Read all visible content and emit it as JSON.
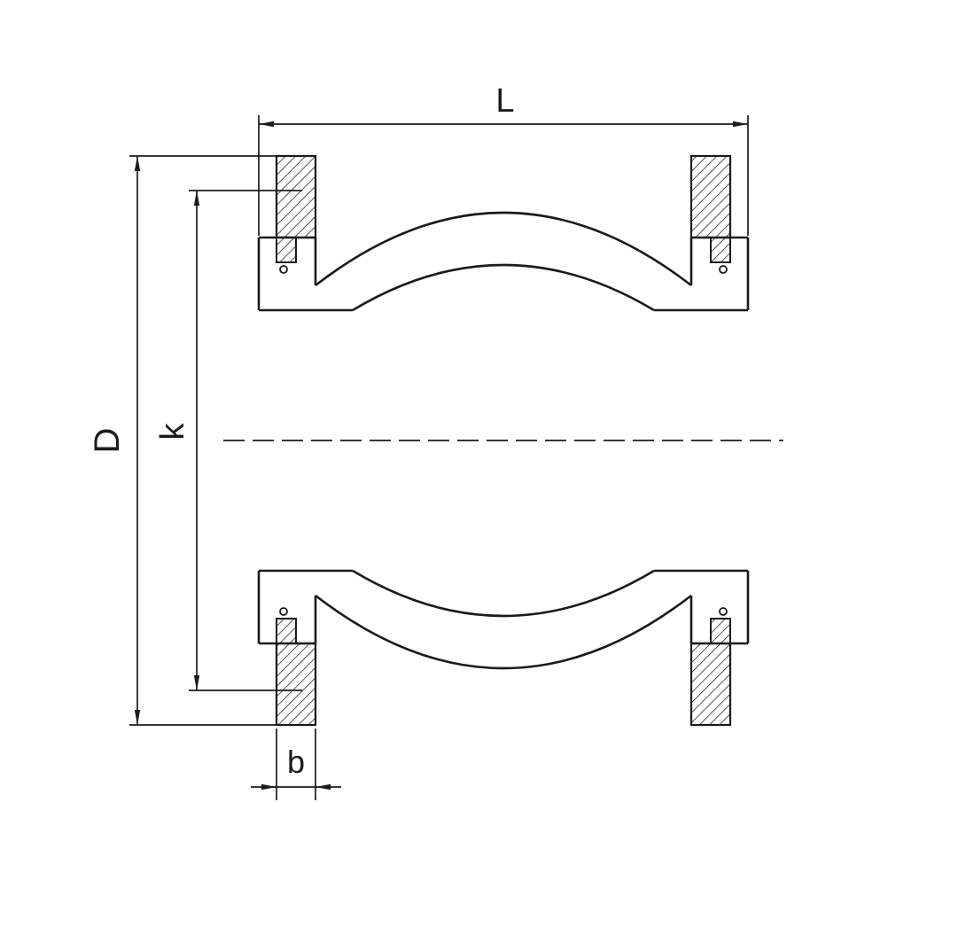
{
  "drawing": {
    "colors": {
      "line": "#1b1b1b",
      "background": "#ffffff"
    },
    "dimension_labels": {
      "length": "L",
      "flange_outer_diameter": "D",
      "bolt_circle_diameter": "k",
      "flange_thickness": "b"
    }
  }
}
